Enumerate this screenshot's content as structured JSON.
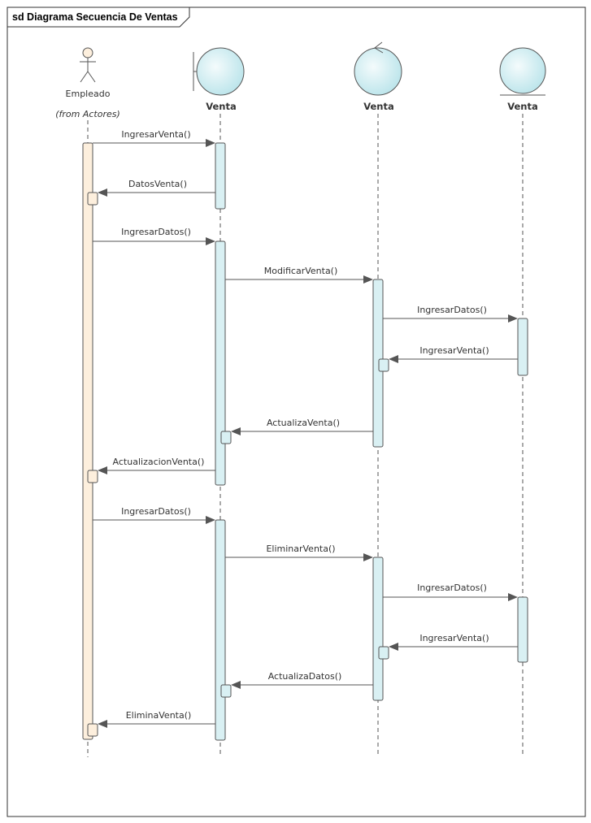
{
  "diagram": {
    "title": "sd Diagrama Secuencia De Ventas",
    "participants": [
      {
        "kind": "actor",
        "name": "Empleado",
        "note": "(from Actores)"
      },
      {
        "kind": "boundary",
        "name": "Venta"
      },
      {
        "kind": "control",
        "name": "Venta"
      },
      {
        "kind": "entity",
        "name": "Venta"
      }
    ],
    "messages": [
      {
        "label": "IngresarVenta()",
        "from": 0,
        "to": 1,
        "type": "call"
      },
      {
        "label": "DatosVenta()",
        "from": 1,
        "to": 0,
        "type": "return"
      },
      {
        "label": "IngresarDatos()",
        "from": 0,
        "to": 1,
        "type": "call"
      },
      {
        "label": "ModificarVenta()",
        "from": 1,
        "to": 2,
        "type": "call"
      },
      {
        "label": "IngresarDatos()",
        "from": 2,
        "to": 3,
        "type": "call"
      },
      {
        "label": "IngresarVenta()",
        "from": 3,
        "to": 2,
        "type": "return"
      },
      {
        "label": "ActualizaVenta()",
        "from": 2,
        "to": 1,
        "type": "return"
      },
      {
        "label": "ActualizacionVenta()",
        "from": 1,
        "to": 0,
        "type": "return"
      },
      {
        "label": "IngresarDatos()",
        "from": 0,
        "to": 1,
        "type": "call"
      },
      {
        "label": "EliminarVenta()",
        "from": 1,
        "to": 2,
        "type": "call"
      },
      {
        "label": "IngresarDatos()",
        "from": 2,
        "to": 3,
        "type": "call"
      },
      {
        "label": "IngresarVenta()",
        "from": 3,
        "to": 2,
        "type": "return"
      },
      {
        "label": "ActualizaDatos()",
        "from": 2,
        "to": 1,
        "type": "return"
      },
      {
        "label": "EliminaVenta()",
        "from": 1,
        "to": 0,
        "type": "return"
      }
    ],
    "colors": {
      "actor_activation": "#fdefdd",
      "object_activation": "#d9f0f3",
      "object_fill": "#d9f0f3",
      "line": "#555555",
      "frame": "#333333"
    }
  }
}
